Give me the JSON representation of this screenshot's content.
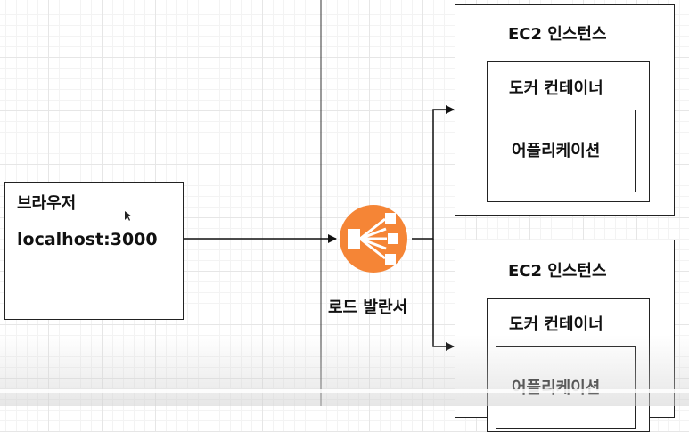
{
  "browser": {
    "title": "브라우저",
    "address": "localhost:3000"
  },
  "load_balancer": {
    "label": "로드 발란서",
    "color": "#f58536"
  },
  "instances": [
    {
      "title": "EC2 인스턴스",
      "container_label": "도커 컨테이너",
      "app_label": "어플리케이션"
    },
    {
      "title": "EC2 인스턴스",
      "container_label": "도커 컨테이너",
      "app_label": "어플리케이션"
    }
  ]
}
